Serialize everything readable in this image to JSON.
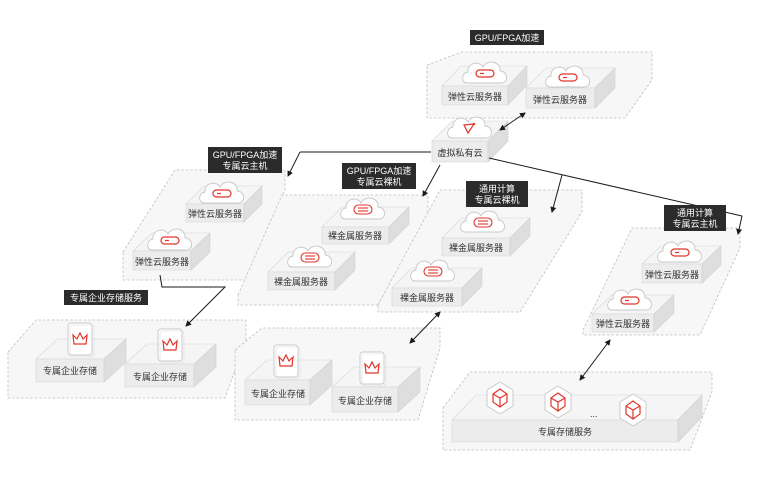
{
  "labels": {
    "ecs": "弹性云服务器",
    "bms": "裸金属服务器",
    "vpc": "虚拟私有云",
    "des": "专属企业存储",
    "dss": "专属存储服务",
    "ellipsis": "..."
  },
  "tags": {
    "gpu_accel": "GPU/FPGA加速",
    "gpu_deh_line1": "GPU/FPGA加速",
    "gpu_deh_line2": "专属云主机",
    "gpu_bms_line1": "GPU/FPGA加速",
    "gpu_bms_line2": "专属云裸机",
    "gen_bms_line1": "通用计算",
    "gen_bms_line2": "专属云裸机",
    "gen_deh_line1": "通用计算",
    "gen_deh_line2": "专属云主机",
    "des_group": "专属企业存储服务"
  },
  "colors": {
    "accent": "#e0352b",
    "tag_bg": "#2b2b2b",
    "line": "#1a1a1a"
  },
  "icons": [
    "cloud-server-icon",
    "bare-metal-icon",
    "vpc-icon",
    "storage-crown-icon",
    "storage-cube-icon"
  ]
}
